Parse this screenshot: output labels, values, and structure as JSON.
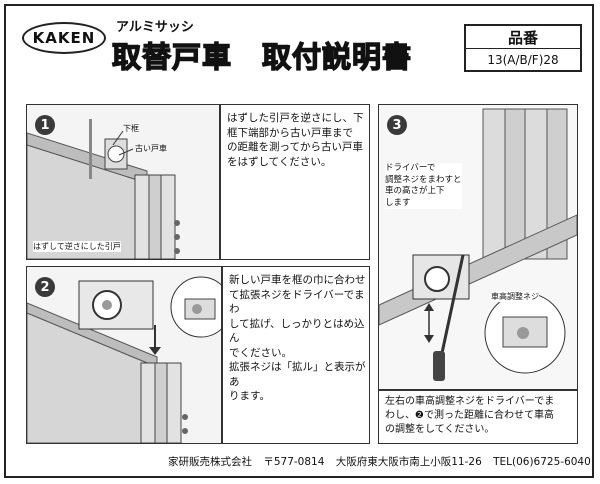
{
  "header": {
    "logo": "KAKEN",
    "series": "アルミサッシ",
    "title": "取替戸車　取付説明書",
    "part_number_label": "品番",
    "part_number": "13(A/B/F)28"
  },
  "steps": [
    {
      "number": "1",
      "text": "はずした引戸を逆さにし、下\n框下端部から古い戸車まで\nの距離を測ってから古い戸車\nをはずしてください。",
      "labels": [
        "下框",
        "古い戸車",
        "はずして逆さにした引戸"
      ]
    },
    {
      "number": "2",
      "text": "新しい戸車を框の巾に合わせ\nて拡張ネジをドライバーでまわ\nして拡げ、しっかりとはめ込ん\nでください。\n拡張ネジは「拡ル」と表示があ\nります。",
      "labels": []
    },
    {
      "number": "3",
      "text": "左右の車高調整ネジをドライバーでま\nわし、❷で測った距離に合わせて車高\nの調整をしてください。",
      "labels": [
        "ドライバーで\n調整ネジをまわすと\n車の高さが上下\nします",
        "車高調整ネジ"
      ]
    }
  ],
  "footer": {
    "company": "家研販売株式会社",
    "postal": "〒577-0814",
    "address": "大阪府東大阪市南上小阪11-26",
    "tel": "TEL(06)6725-6040"
  }
}
